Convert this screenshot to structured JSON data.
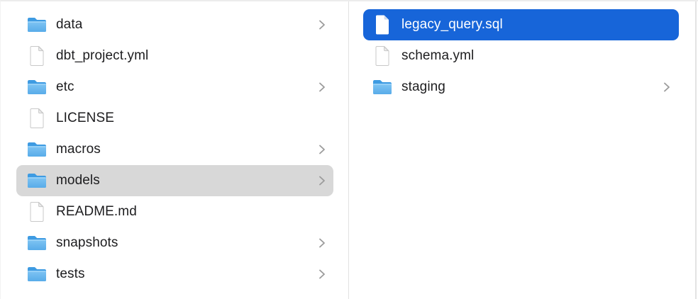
{
  "window": {
    "view": "finder-column-view"
  },
  "colors": {
    "selection_blue": "#1765d9",
    "selection_gray": "#d8d8d8",
    "text": "#1d1d1f",
    "selected_text": "#ffffff",
    "divider": "#e2e2e2",
    "chevron": "#9b9b9b",
    "folder_back": "#3e9be2",
    "folder_front_top": "#7fc4f3",
    "folder_front_bottom": "#58ace9",
    "doc_border": "#c8c8c8",
    "doc_fold": "#ededed"
  },
  "icons": {
    "folder": "folder-icon",
    "file": "document-icon",
    "chevron": "chevron-right-icon"
  },
  "columns": [
    {
      "name": "left-column",
      "items": [
        {
          "label": "data",
          "type": "folder",
          "chevron": true,
          "selected": null
        },
        {
          "label": "dbt_project.yml",
          "type": "file",
          "chevron": false,
          "selected": null
        },
        {
          "label": "etc",
          "type": "folder",
          "chevron": true,
          "selected": null
        },
        {
          "label": "LICENSE",
          "type": "file",
          "chevron": false,
          "selected": null
        },
        {
          "label": "macros",
          "type": "folder",
          "chevron": true,
          "selected": null
        },
        {
          "label": "models",
          "type": "folder",
          "chevron": true,
          "selected": "gray"
        },
        {
          "label": "README.md",
          "type": "file",
          "chevron": false,
          "selected": null
        },
        {
          "label": "snapshots",
          "type": "folder",
          "chevron": true,
          "selected": null
        },
        {
          "label": "tests",
          "type": "folder",
          "chevron": true,
          "selected": null
        }
      ]
    },
    {
      "name": "right-column",
      "items": [
        {
          "label": "legacy_query.sql",
          "type": "file",
          "chevron": false,
          "selected": "blue"
        },
        {
          "label": "schema.yml",
          "type": "file",
          "chevron": false,
          "selected": null
        },
        {
          "label": "staging",
          "type": "folder",
          "chevron": true,
          "selected": null
        }
      ]
    }
  ]
}
